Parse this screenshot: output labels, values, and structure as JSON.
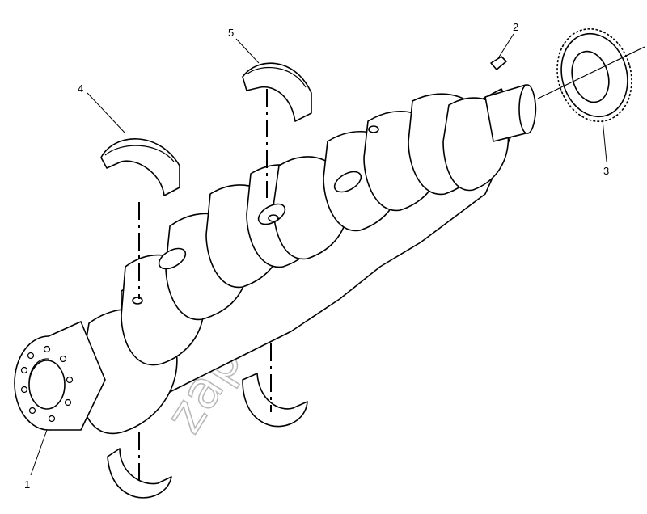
{
  "diagram": {
    "callouts": [
      "1",
      "2",
      "3",
      "4",
      "5"
    ],
    "watermark": "zapkam.ru",
    "parts": [
      {
        "callout": "1",
        "icon": "crankshaft-icon"
      },
      {
        "callout": "2",
        "icon": "woodruff-key-icon"
      },
      {
        "callout": "3",
        "icon": "crankshaft-gear-icon"
      },
      {
        "callout": "4",
        "icon": "main-bearing-upper-icon"
      },
      {
        "callout": "5",
        "icon": "main-bearing-upper-icon"
      }
    ]
  }
}
